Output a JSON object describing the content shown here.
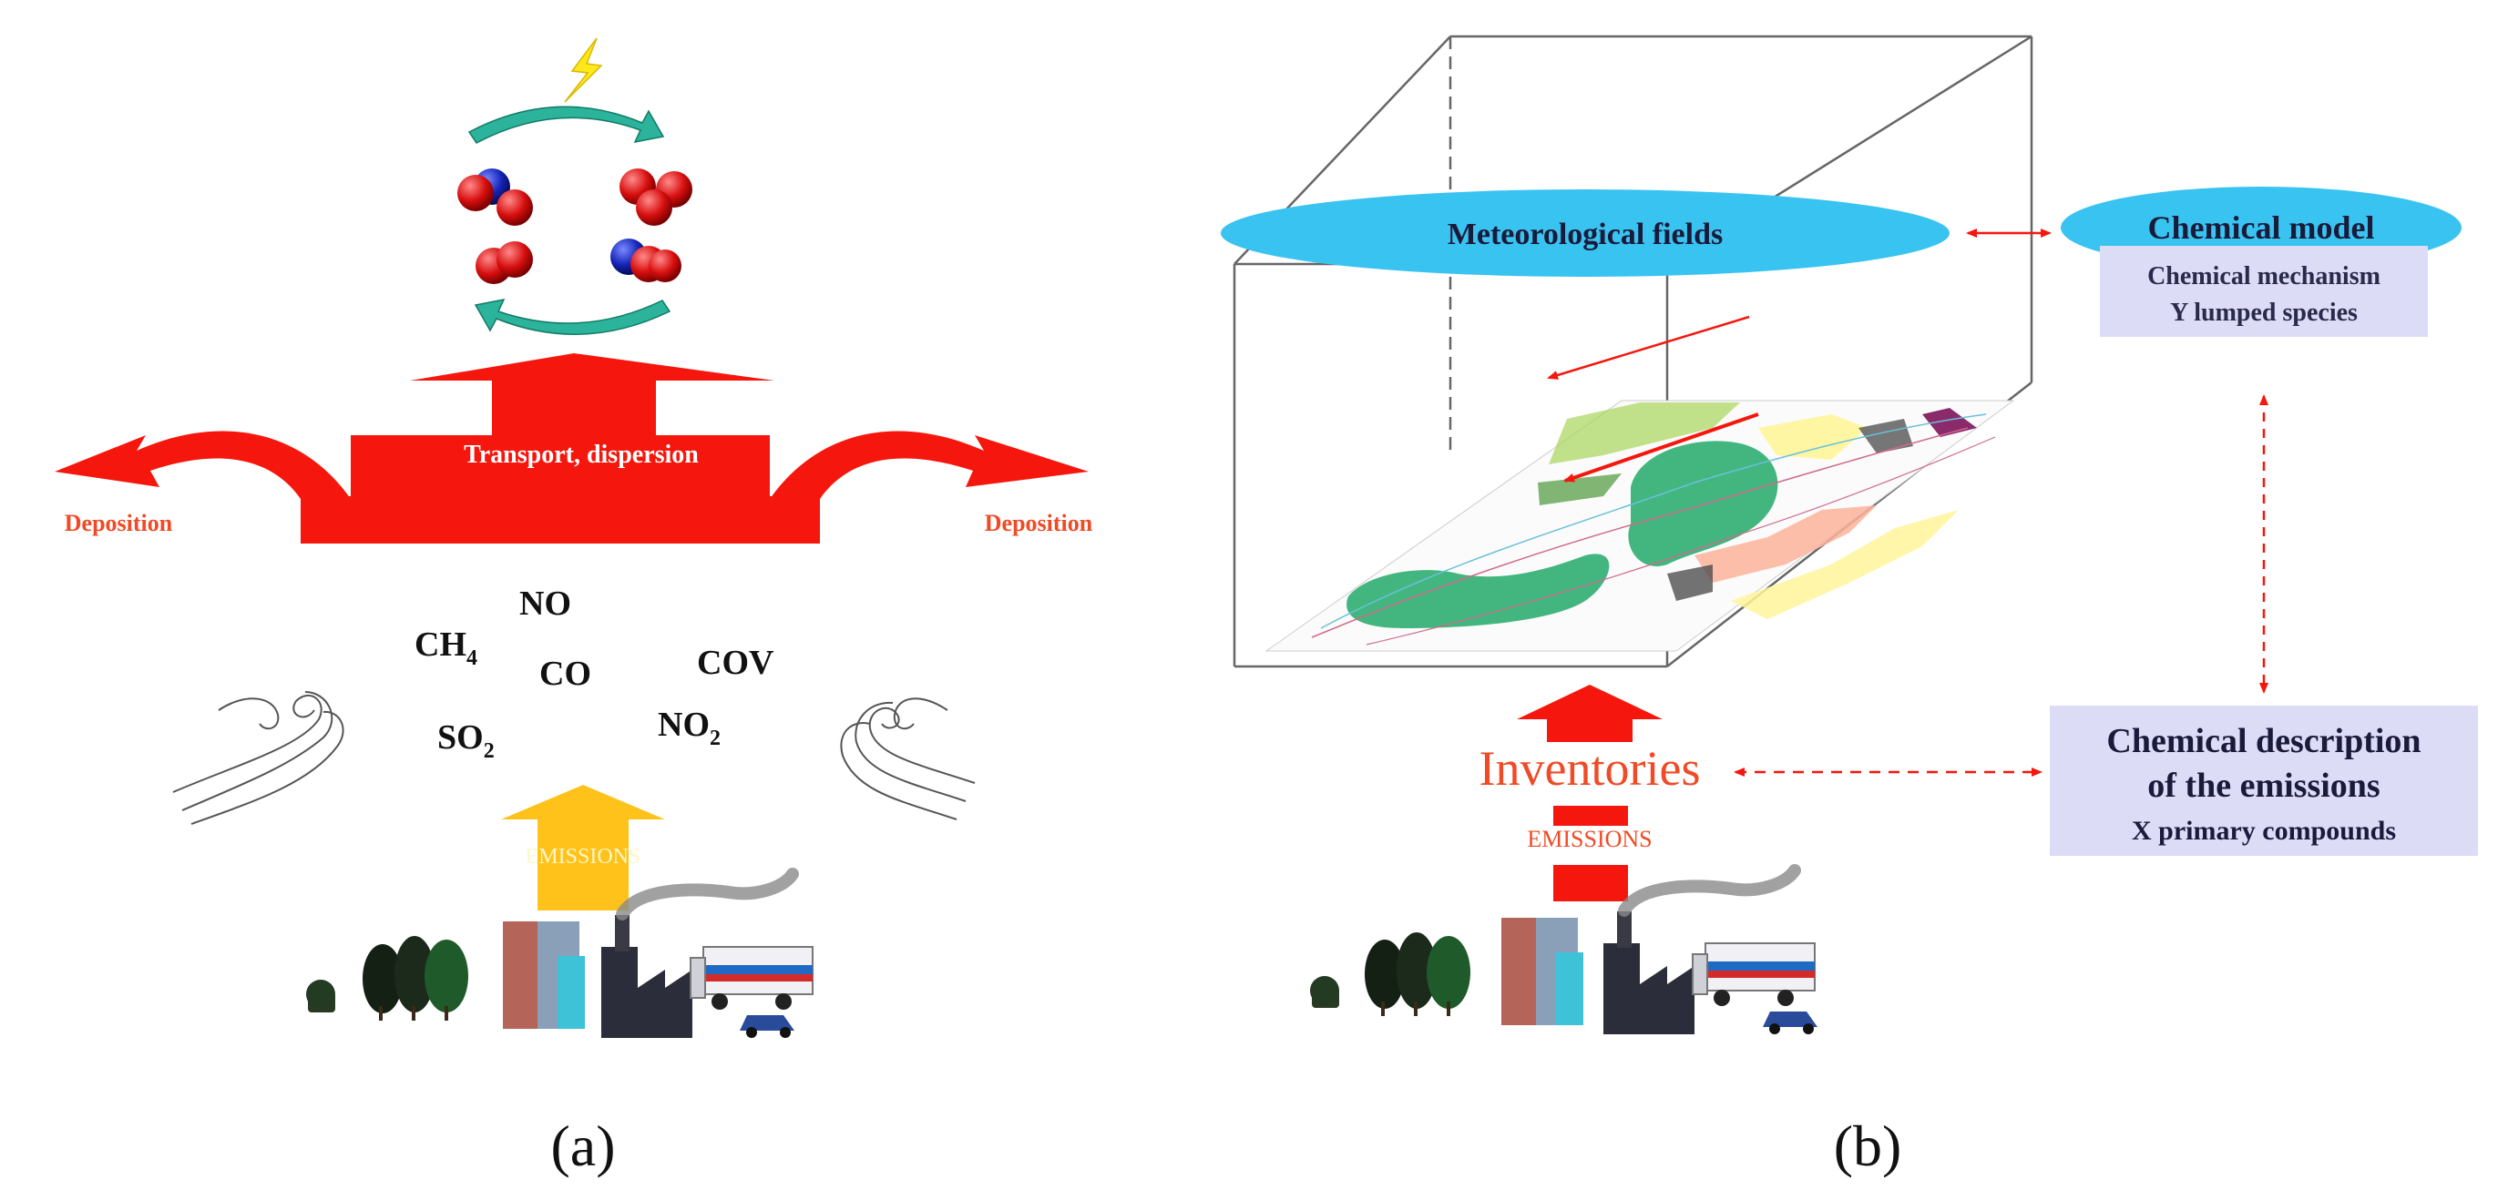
{
  "panel_a": {
    "caption": "(a)",
    "transport_label": "Transport, dispersion",
    "deposition_left": "Deposition",
    "deposition_right": "Deposition",
    "emissions_label": "EMISSIONS",
    "species": {
      "ch4_base": "CH",
      "ch4_sub": "4",
      "no": "NO",
      "co": "CO",
      "cov": "COV",
      "so2_base": "SO",
      "so2_sub": "2",
      "no2_base": "NO",
      "no2_sub": "2"
    }
  },
  "panel_b": {
    "caption": "(b)",
    "meteorological_fields": "Meteorological fields",
    "chemical_model": "Chemical model",
    "chemical_mechanism": "Chemical mechanism",
    "lumped_species": "Y lumped species",
    "inventories": "Inventories",
    "emissions_label": "EMISSIONS",
    "chem_desc_line1": "Chemical description",
    "chem_desc_line2": "of the emissions",
    "chem_desc_line3": "X primary compounds"
  },
  "colors": {
    "red_arrow": "#f5170d",
    "yellow_arrow": "#ffc21a",
    "label_red": "#f04a26",
    "ellipse_cyan": "#39c3f0",
    "box_lavender": "#dcdcf7",
    "dark_text": "#1a1a3a"
  }
}
